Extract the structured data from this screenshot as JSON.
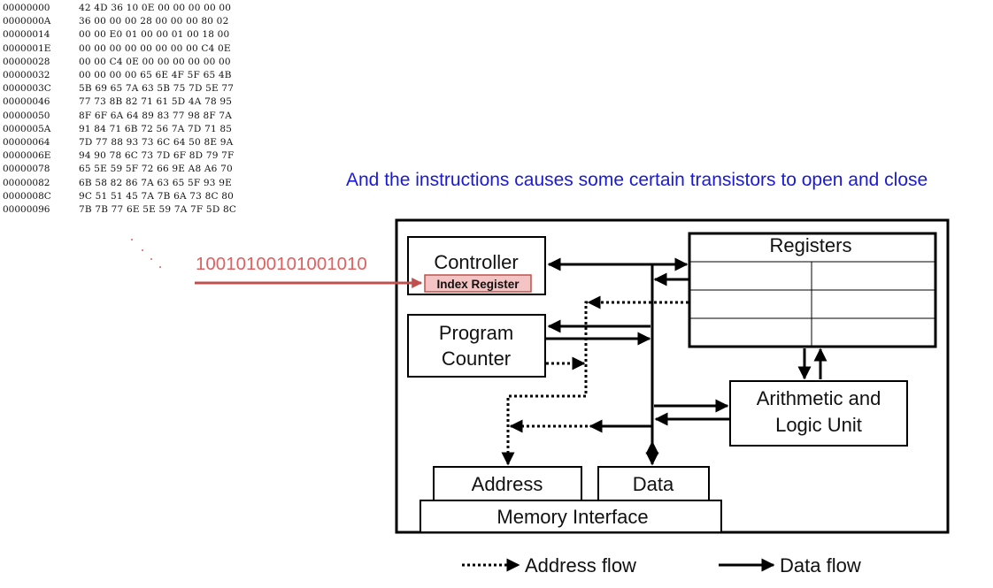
{
  "hex_dump": {
    "rows": [
      {
        "addr": "00000000",
        "bytes": "42 4D 36 10 0E 00 00 00 00 00"
      },
      {
        "addr": "0000000A",
        "bytes": "36 00 00 00 28 00 00 00 80 02"
      },
      {
        "addr": "00000014",
        "bytes": "00 00 E0 01 00 00 01 00 18 00"
      },
      {
        "addr": "0000001E",
        "bytes": "00 00 00 00 00 00 00 00 C4 0E"
      },
      {
        "addr": "00000028",
        "bytes": "00 00 C4 0E 00 00 00 00 00 00"
      },
      {
        "addr": "00000032",
        "bytes": "00 00 00 00 65 6E 4F 5F 65 4B"
      },
      {
        "addr": "0000003C",
        "bytes": "5B 69 65 7A 63 5B 75 7D 5E 77"
      },
      {
        "addr": "00000046",
        "bytes": "77 73 8B 82 71 61 5D 4A 78 95"
      },
      {
        "addr": "00000050",
        "bytes": "8F 6F 6A 64 89 83 77 98 8F 7A"
      },
      {
        "addr": "0000005A",
        "bytes": "91 84 71 6B 72 56 7A 7D 71 85"
      },
      {
        "addr": "00000064",
        "bytes": "7D 77 88 93 73 6C 64 50 8E 9A"
      },
      {
        "addr": "0000006E",
        "bytes": "94 90 78 6C 73 7D 6F 8D 79 7F"
      },
      {
        "addr": "00000078",
        "bytes": "65 5E 59 5F 72 66 9E A8 A6 70"
      },
      {
        "addr": "00000082",
        "bytes": "6B 58 82 86 7A 63 65 5F 93 9E"
      },
      {
        "addr": "0000008C",
        "bytes": "9C 51 51 45 7A 7B 6A 73 8C 80"
      },
      {
        "addr": "00000096",
        "bytes": "7B 7B 77 6E 5E 59 7A 7F 5D 8C"
      }
    ]
  },
  "heading": "And the instructions causes some certain transistors to open and close",
  "binary_instruction": "10010100101001010",
  "diagram": {
    "controller": "Controller",
    "index_register": "Index Register",
    "program_counter_line1": "Program",
    "program_counter_line2": "Counter",
    "registers": "Registers",
    "alu_line1": "Arithmetic and",
    "alu_line2": "Logic Unit",
    "address": "Address",
    "data": "Data",
    "memory_interface": "Memory Interface"
  },
  "legend": {
    "address_flow": "Address flow",
    "data_flow": "Data flow"
  },
  "colors": {
    "heading": "#1a1ad6",
    "binary": "#e06060",
    "arrow": "#c0504d",
    "index_register_fill": "#f4c4c4",
    "line": "#000000"
  }
}
